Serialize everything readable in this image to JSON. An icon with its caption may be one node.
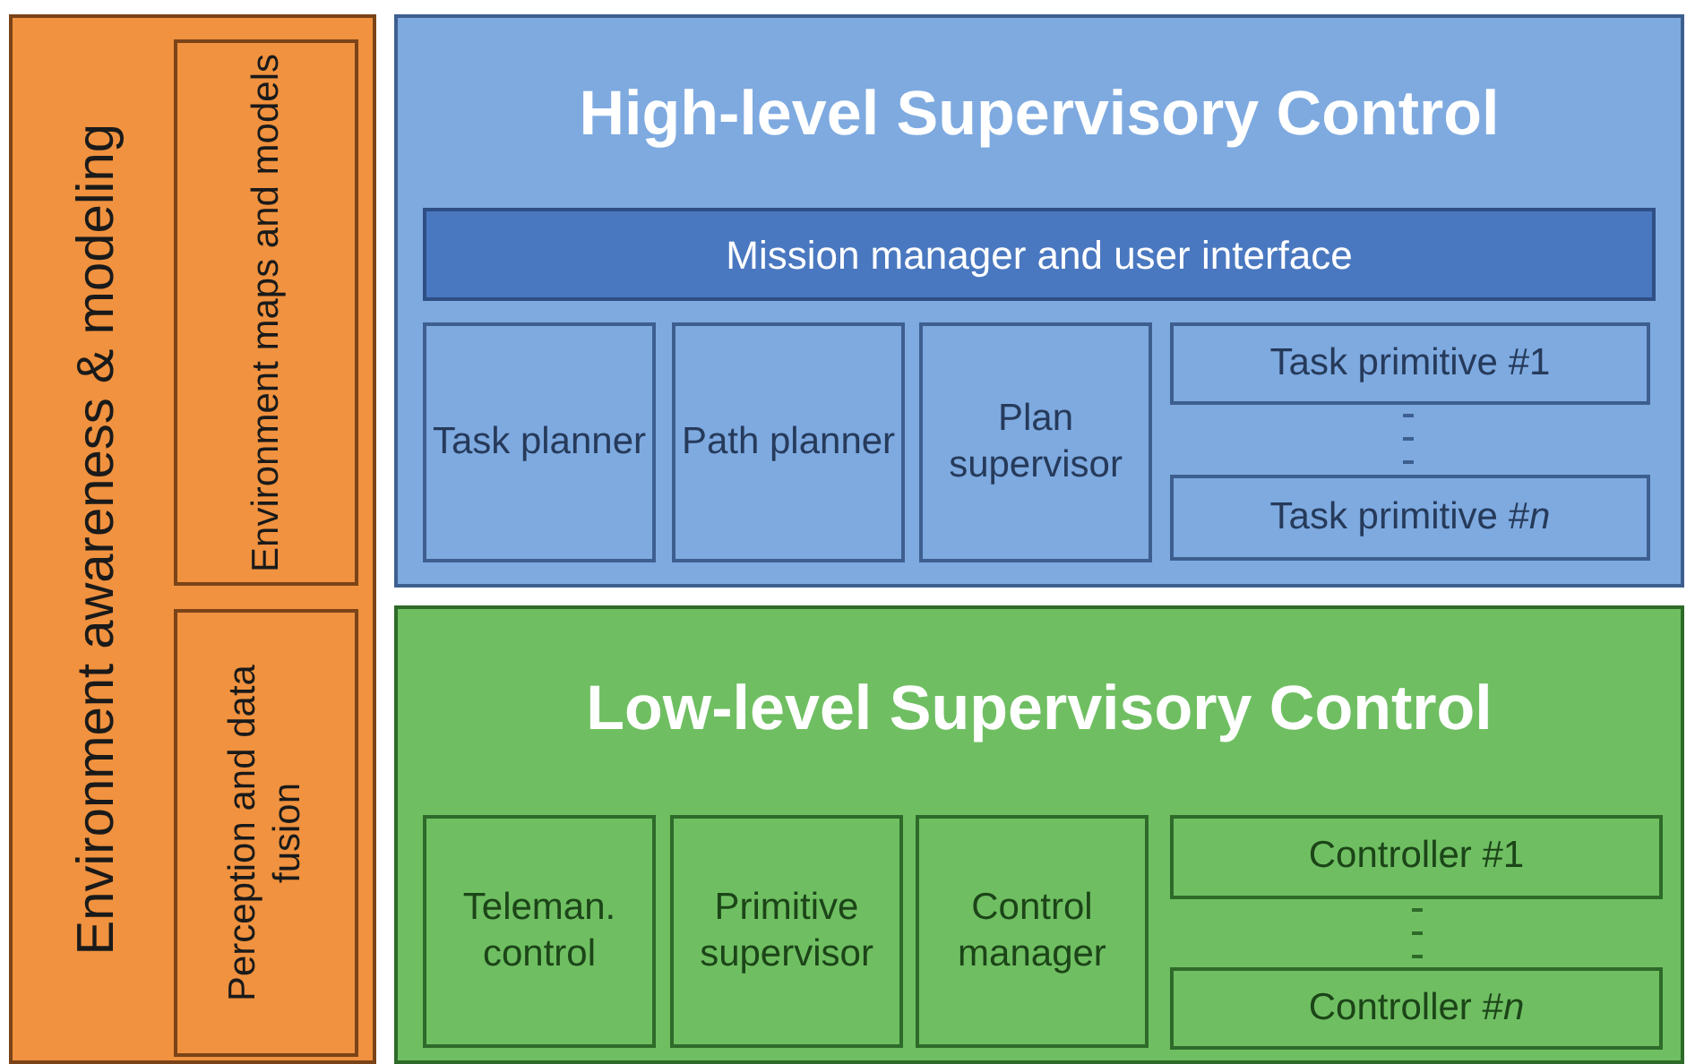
{
  "diagram": {
    "nodes": [
      {
        "text": [
          "Environment awareness & modeling"
        ]
      },
      {
        "text": [
          "Environment maps and models"
        ],
        "in": 0
      },
      {
        "text": [
          "Perception and data fusion"
        ],
        "in": 0
      },
      {
        "text": [
          "High-level Supervisory Control"
        ]
      },
      {
        "text": [
          "Mission manager and user interface"
        ],
        "in": 3
      },
      {
        "text": [
          "Task planner"
        ],
        "in": 3
      },
      {
        "text": [
          "Path planner"
        ],
        "in": 3
      },
      {
        "text": [
          "Plan supervisor"
        ],
        "in": 3
      },
      {
        "text": [
          "Task primitive #1"
        ],
        "in": 3
      },
      {
        "text": [
          "Task primitive #*n*"
        ],
        "in": 3
      },
      {
        "text": [
          "Low-level Supervisory Control"
        ]
      },
      {
        "text": [
          "Teleman. control"
        ],
        "in": 10
      },
      {
        "text": [
          "Primitive supervisor"
        ],
        "in": 10
      },
      {
        "text": [
          "Control manager"
        ],
        "in": 10
      },
      {
        "text": [
          "Controller #1"
        ],
        "in": 10
      },
      {
        "text": [
          "Controller #*n*"
        ],
        "in": 10
      }
    ]
  }
}
